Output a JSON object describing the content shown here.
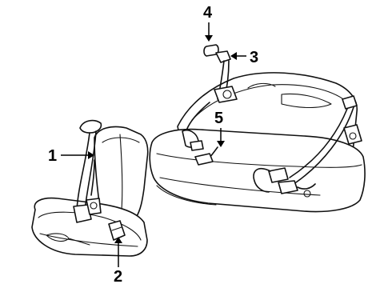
{
  "diagram": {
    "callouts": [
      {
        "id": "1",
        "label": "1"
      },
      {
        "id": "2",
        "label": "2"
      },
      {
        "id": "3",
        "label": "3"
      },
      {
        "id": "4",
        "label": "4"
      },
      {
        "id": "5",
        "label": "5"
      }
    ],
    "parts": [
      "front-bucket-seat",
      "front-shoulder-belt-retractor",
      "front-belt-buckle",
      "guide-cap",
      "upper-anchor",
      "rear-bench-seat",
      "rear-center-belt",
      "rear-outboard-belt"
    ]
  }
}
